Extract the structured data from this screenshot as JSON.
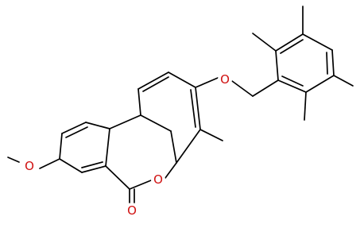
{
  "molecule": {
    "atoms": {
      "ether_o": "O",
      "ring_o": "O",
      "carbonyl_o": "O",
      "methoxy_o": "O"
    },
    "colors": {
      "bond": "#000000",
      "oxygen": "#d01010"
    }
  }
}
